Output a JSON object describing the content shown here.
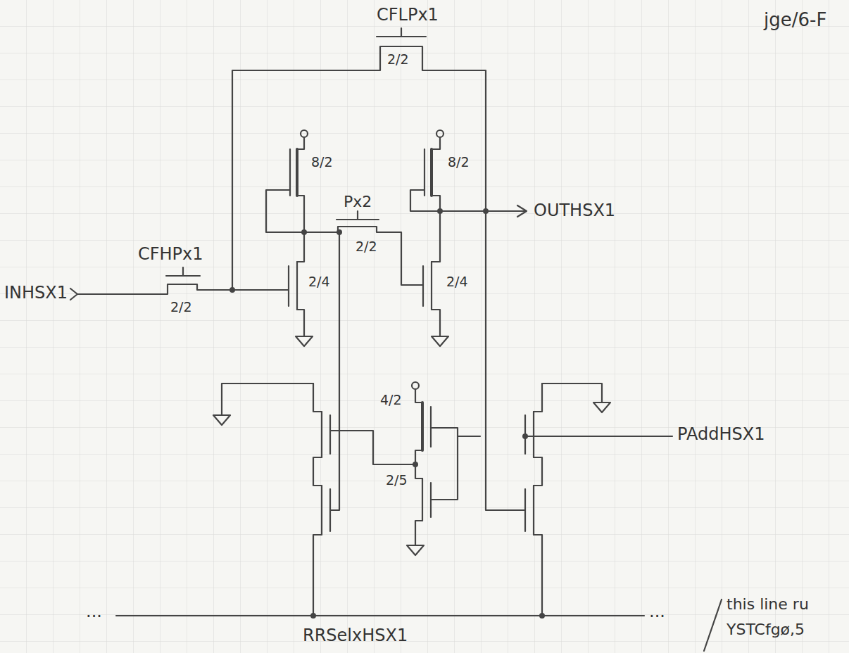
{
  "diagram": {
    "labels": [
      "CFLPx1",
      "2/2",
      "jge/6-F",
      "8/2",
      "Px2",
      "8/2",
      "OUTHSX1",
      "CFHPx1",
      "2/2",
      "INHSX1",
      "2/2",
      "2/4",
      "2/4",
      "4/2",
      "PAddHSX1",
      "2/5",
      "...",
      "...",
      "RRSelxHSX1",
      "this line ru",
      "YSTCfgø,5"
    ]
  }
}
